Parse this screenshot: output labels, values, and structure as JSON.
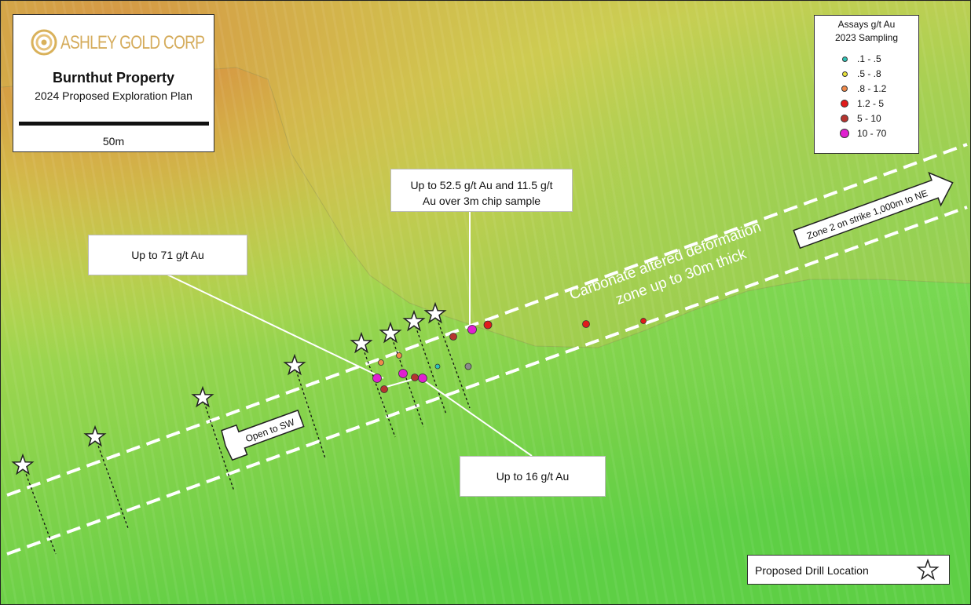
{
  "title_block": {
    "company": "ASHLEY GOLD CORP",
    "property": "Burnthut Property",
    "subtitle": "2024 Proposed Exploration Plan",
    "scale_label": "50m"
  },
  "legend": {
    "title_line1": "Assays g/t Au",
    "title_line2": "2023 Sampling",
    "items": [
      {
        "label": ".1 - .5",
        "color": "#2ec4b6"
      },
      {
        "label": ".5 - .8",
        "color": "#e8e23a"
      },
      {
        "label": ".8 - 1.2",
        "color": "#f08a4b"
      },
      {
        "label": "1.2 - 5",
        "color": "#e01b1b"
      },
      {
        "label": "5 - 10",
        "color": "#b5342f"
      },
      {
        "label": "10 - 70",
        "color": "#e020d0"
      }
    ]
  },
  "callouts": {
    "c1_line1": "Up to 52.5 g/t Au and 11.5 g/t",
    "c1_line2": "Au over 3m chip sample",
    "c2": "Up to 71 g/t Au",
    "c3": "Up to 16 g/t Au"
  },
  "map_labels": {
    "zone_line1": "Carbonate altered deformation",
    "zone_line2": "zone up to 30m thick",
    "arrow_ne": "Zone 2 on strike 1,000m to NE",
    "arrow_sw": "Open to SW"
  },
  "drill_legend": {
    "label": "Proposed Drill Location",
    "icon": "star-icon"
  },
  "colors": {
    "high_ground": "#d9873a",
    "mid": "#d9df55",
    "low_ground": "#6ed24e"
  }
}
